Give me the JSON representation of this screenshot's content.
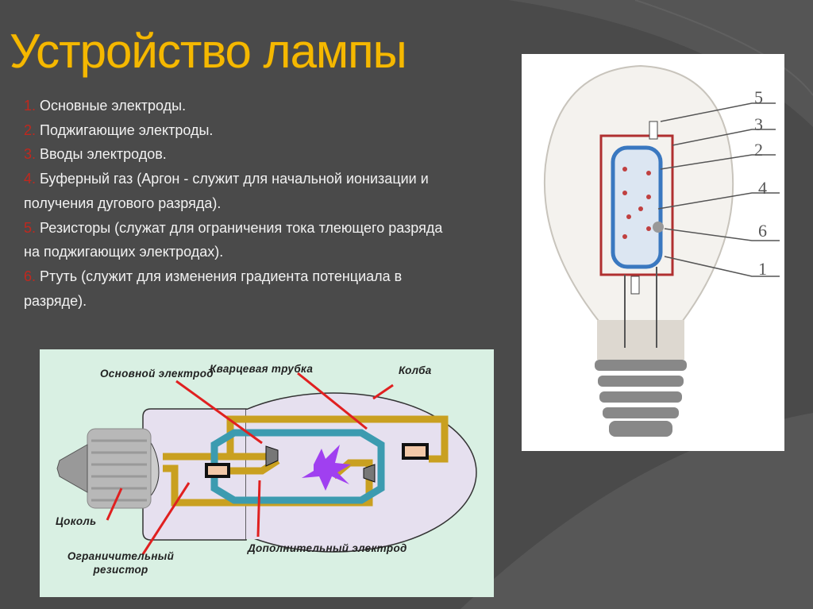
{
  "title": "Устройство лампы",
  "items": [
    {
      "num": "1.",
      "text": " Основные электроды."
    },
    {
      "num": "2.",
      "text": " Поджигающие электроды."
    },
    {
      "num": "3.",
      "text": " Вводы электродов."
    },
    {
      "num": "4.",
      "text": " Буферный газ (Аргон - служит для начальной ионизации и получения дугового разряда)."
    },
    {
      "num": "5.",
      "text": " Резисторы (служат для ограничения тока тлеющего разряда на поджигающих электродах)."
    },
    {
      "num": "6.",
      "text": " Ртуть (служит для изменения градиента потенциала в разряде)."
    }
  ],
  "photo_labels": [
    "5",
    "3",
    "2",
    "4",
    "6",
    "1"
  ],
  "diagram": {
    "main_electrode": "Основной электрод",
    "quartz_tube": "Кварцевая трубка",
    "bulb": "Колба",
    "base": "Цоколь",
    "resistor": "Ограничительный резистор",
    "extra_electrode": "Дополнительный электрод"
  },
  "colors": {
    "title": "#f5b800",
    "number": "#c0281e",
    "background": "#4a4a4a"
  }
}
